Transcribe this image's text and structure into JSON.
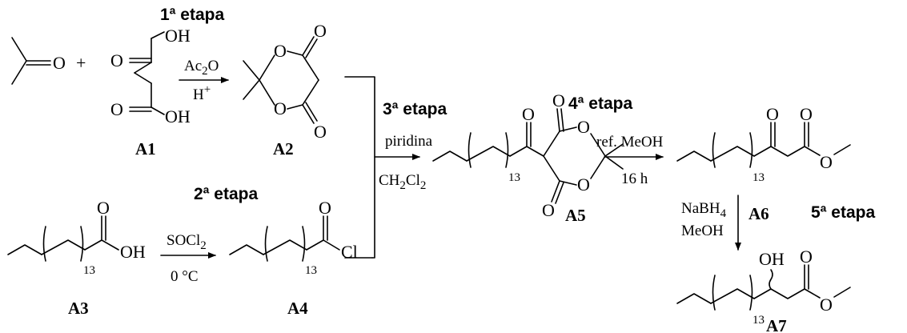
{
  "stages": {
    "s1": "1ª etapa",
    "s2": "2ª etapa",
    "s3": "3ª etapa",
    "s4": "4ª etapa",
    "s5": "5ª etapa"
  },
  "compounds": {
    "a1": "A1",
    "a2": "A2",
    "a3": "A3",
    "a4": "A4",
    "a5": "A5",
    "a6": "A6",
    "a7": "A7"
  },
  "atoms": {
    "o": "O",
    "oh": "OH",
    "cl": "Cl",
    "plus": "+",
    "hplus": "H",
    "plus_sup": "+"
  },
  "repeat_count": "13",
  "reagents": {
    "step1_top": "Ac",
    "step1_top_sub": "2",
    "step1_top_tail": "O",
    "step2_top": "SOCl",
    "step2_top_sub": "2",
    "step2_bottom": "0 °C",
    "step3_top": "piridina",
    "step3_bottom": "CH",
    "step3_bottom_sub1": "2",
    "step3_bottom_mid": "Cl",
    "step3_bottom_sub2": "2",
    "step4_top": "ref. MeOH",
    "step4_bottom": "16 h",
    "step5_top": "NaBH",
    "step5_top_sub": "4",
    "step5_bottom": "MeOH"
  }
}
